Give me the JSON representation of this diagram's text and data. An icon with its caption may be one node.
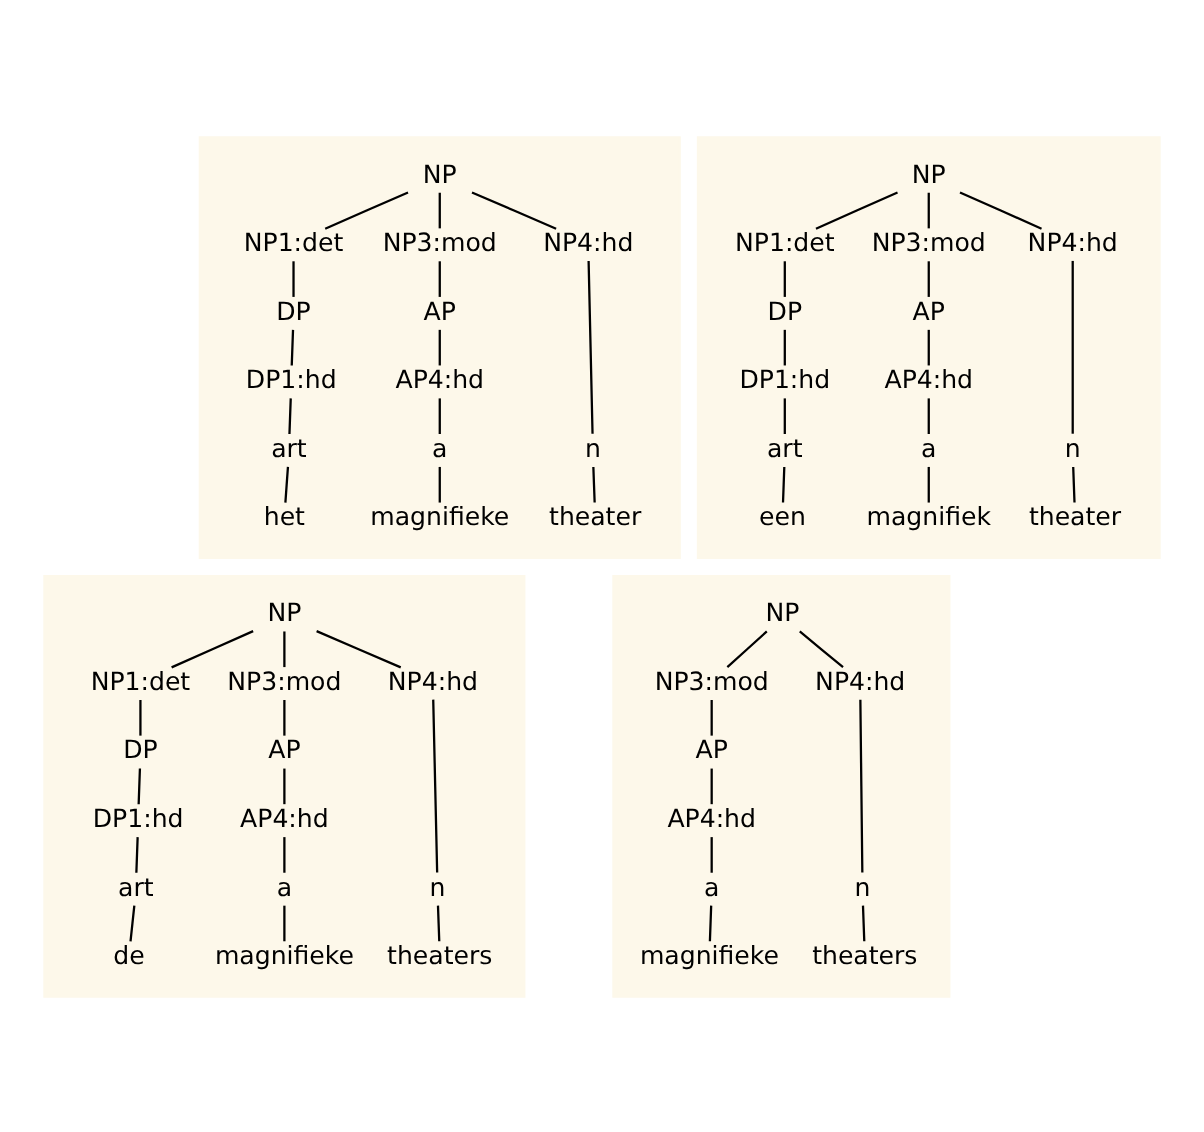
{
  "diagram": {
    "nodes": [
      {
        "text": [],
        "shape": "box"
      },
      {
        "text": [
          "NP"
        ],
        "in": 0
      },
      {
        "text": [
          "NP1:det"
        ],
        "in": 0
      },
      {
        "text": [
          "NP3:mod"
        ],
        "in": 0
      },
      {
        "text": [
          "NP4:hd"
        ],
        "in": 0
      },
      {
        "text": [
          "DP"
        ],
        "in": 0
      },
      {
        "text": [
          "AP"
        ],
        "in": 0
      },
      {
        "text": [
          "DP1:hd"
        ],
        "in": 0
      },
      {
        "text": [
          "AP4:hd"
        ],
        "in": 0
      },
      {
        "text": [
          "art"
        ],
        "in": 0
      },
      {
        "text": [
          "a"
        ],
        "in": 0
      },
      {
        "text": [
          "n"
        ],
        "in": 0
      },
      {
        "text": [
          "het"
        ],
        "in": 0
      },
      {
        "text": [
          "magnifieke"
        ],
        "in": 0
      },
      {
        "text": [
          "theater"
        ],
        "in": 0
      },
      {
        "text": [],
        "shape": "box"
      },
      {
        "text": [
          "NP"
        ],
        "in": 15
      },
      {
        "text": [
          "NP1:det"
        ],
        "in": 15
      },
      {
        "text": [
          "NP3:mod"
        ],
        "in": 15
      },
      {
        "text": [
          "NP4:hd"
        ],
        "in": 15
      },
      {
        "text": [
          "DP"
        ],
        "in": 15
      },
      {
        "text": [
          "AP"
        ],
        "in": 15
      },
      {
        "text": [
          "DP1:hd"
        ],
        "in": 15
      },
      {
        "text": [
          "AP4:hd"
        ],
        "in": 15
      },
      {
        "text": [
          "art"
        ],
        "in": 15
      },
      {
        "text": [
          "a"
        ],
        "in": 15
      },
      {
        "text": [
          "n"
        ],
        "in": 15
      },
      {
        "text": [
          "een"
        ],
        "in": 15
      },
      {
        "text": [
          "magnifiek"
        ],
        "in": 15
      },
      {
        "text": [
          "theater"
        ],
        "in": 15
      },
      {
        "text": [],
        "shape": "box"
      },
      {
        "text": [
          "NP"
        ],
        "in": 30
      },
      {
        "text": [
          "NP1:det"
        ],
        "in": 30
      },
      {
        "text": [
          "NP3:mod"
        ],
        "in": 30
      },
      {
        "text": [
          "NP4:hd"
        ],
        "in": 30
      },
      {
        "text": [
          "DP"
        ],
        "in": 30
      },
      {
        "text": [
          "AP"
        ],
        "in": 30
      },
      {
        "text": [
          "DP1:hd"
        ],
        "in": 30
      },
      {
        "text": [
          "AP4:hd"
        ],
        "in": 30
      },
      {
        "text": [
          "art"
        ],
        "in": 30
      },
      {
        "text": [
          "a"
        ],
        "in": 30
      },
      {
        "text": [
          "n"
        ],
        "in": 30
      },
      {
        "text": [
          "de"
        ],
        "in": 30
      },
      {
        "text": [
          "magnifieke"
        ],
        "in": 30
      },
      {
        "text": [
          "theaters"
        ],
        "in": 30
      },
      {
        "text": [],
        "shape": "box"
      },
      {
        "text": [
          "NP"
        ],
        "in": 45
      },
      {
        "text": [
          "NP3:mod"
        ],
        "in": 45
      },
      {
        "text": [
          "NP4:hd"
        ],
        "in": 45
      },
      {
        "text": [
          "AP"
        ],
        "in": 45
      },
      {
        "text": [
          "AP4:hd"
        ],
        "in": 45
      },
      {
        "text": [
          "a"
        ],
        "in": 45
      },
      {
        "text": [
          "n"
        ],
        "in": 45
      },
      {
        "text": [
          "magnifieke"
        ],
        "in": 45
      },
      {
        "text": [
          "theaters"
        ],
        "in": 45
      }
    ],
    "edges": [
      {
        "from": 1,
        "to": 2,
        "arrow": "none"
      },
      {
        "from": 1,
        "to": 3,
        "arrow": "none"
      },
      {
        "from": 1,
        "to": 4,
        "arrow": "none"
      },
      {
        "from": 2,
        "to": 5,
        "arrow": "none"
      },
      {
        "from": 3,
        "to": 6,
        "arrow": "none"
      },
      {
        "from": 5,
        "to": 7,
        "arrow": "none"
      },
      {
        "from": 6,
        "to": 8,
        "arrow": "none"
      },
      {
        "from": 7,
        "to": 9,
        "arrow": "none"
      },
      {
        "from": 8,
        "to": 10,
        "arrow": "none"
      },
      {
        "from": 4,
        "to": 11,
        "arrow": "none"
      },
      {
        "from": 9,
        "to": 12,
        "arrow": "none"
      },
      {
        "from": 10,
        "to": 13,
        "arrow": "none"
      },
      {
        "from": 11,
        "to": 14,
        "arrow": "none"
      },
      {
        "from": 16,
        "to": 17,
        "arrow": "none"
      },
      {
        "from": 16,
        "to": 18,
        "arrow": "none"
      },
      {
        "from": 16,
        "to": 19,
        "arrow": "none"
      },
      {
        "from": 17,
        "to": 20,
        "arrow": "none"
      },
      {
        "from": 18,
        "to": 21,
        "arrow": "none"
      },
      {
        "from": 20,
        "to": 22,
        "arrow": "none"
      },
      {
        "from": 21,
        "to": 23,
        "arrow": "none"
      },
      {
        "from": 22,
        "to": 24,
        "arrow": "none"
      },
      {
        "from": 23,
        "to": 25,
        "arrow": "none"
      },
      {
        "from": 19,
        "to": 26,
        "arrow": "none"
      },
      {
        "from": 24,
        "to": 27,
        "arrow": "none"
      },
      {
        "from": 25,
        "to": 28,
        "arrow": "none"
      },
      {
        "from": 26,
        "to": 29,
        "arrow": "none"
      },
      {
        "from": 31,
        "to": 32,
        "arrow": "none"
      },
      {
        "from": 31,
        "to": 33,
        "arrow": "none"
      },
      {
        "from": 31,
        "to": 34,
        "arrow": "none"
      },
      {
        "from": 32,
        "to": 35,
        "arrow": "none"
      },
      {
        "from": 33,
        "to": 36,
        "arrow": "none"
      },
      {
        "from": 35,
        "to": 37,
        "arrow": "none"
      },
      {
        "from": 36,
        "to": 38,
        "arrow": "none"
      },
      {
        "from": 37,
        "to": 39,
        "arrow": "none"
      },
      {
        "from": 38,
        "to": 40,
        "arrow": "none"
      },
      {
        "from": 34,
        "to": 41,
        "arrow": "none"
      },
      {
        "from": 39,
        "to": 42,
        "arrow": "none"
      },
      {
        "from": 40,
        "to": 43,
        "arrow": "none"
      },
      {
        "from": 41,
        "to": 44,
        "arrow": "none"
      },
      {
        "from": 46,
        "to": 47,
        "arrow": "none"
      },
      {
        "from": 46,
        "to": 48,
        "arrow": "none"
      },
      {
        "from": 47,
        "to": 49,
        "arrow": "none"
      },
      {
        "from": 49,
        "to": 50,
        "arrow": "none"
      },
      {
        "from": 50,
        "to": 51,
        "arrow": "none"
      },
      {
        "from": 48,
        "to": 52,
        "arrow": "none"
      },
      {
        "from": 51,
        "to": 53,
        "arrow": "none"
      },
      {
        "from": 52,
        "to": 54,
        "arrow": "none"
      }
    ]
  }
}
